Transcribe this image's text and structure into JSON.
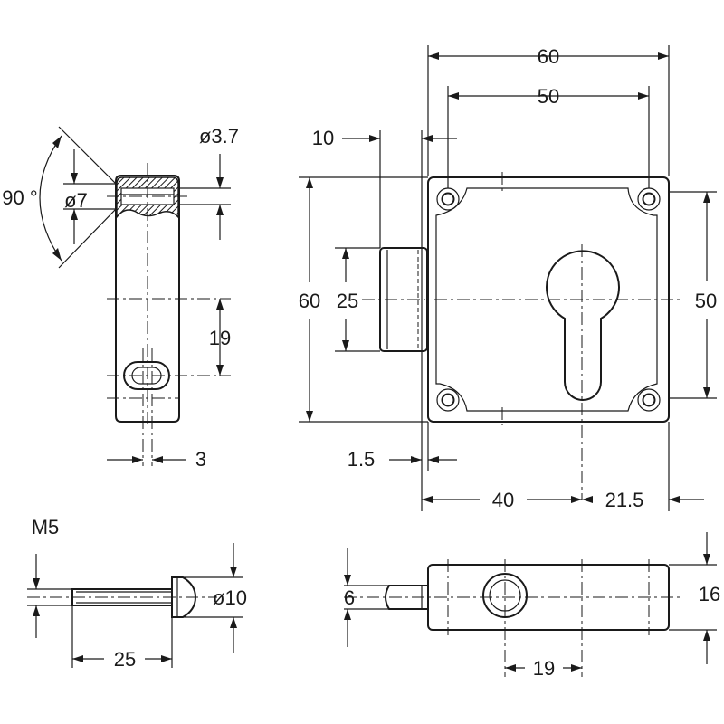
{
  "dimensions": {
    "d60_top": "60",
    "d50_top": "50",
    "d10": "10",
    "d_dia3_7": "ø3.7",
    "d_dia7": "ø7",
    "d90": "90 °",
    "d60_left": "60",
    "d25_left": "25",
    "d50_right": "50",
    "d19_side": "19",
    "d3": "3",
    "d1_5": "1.5",
    "d40": "40",
    "d21_5": "21.5",
    "m5": "M5",
    "d_dia10": "ø10",
    "d25_bolt": "25",
    "d6": "6",
    "d16": "16",
    "d19_bottom": "19"
  }
}
